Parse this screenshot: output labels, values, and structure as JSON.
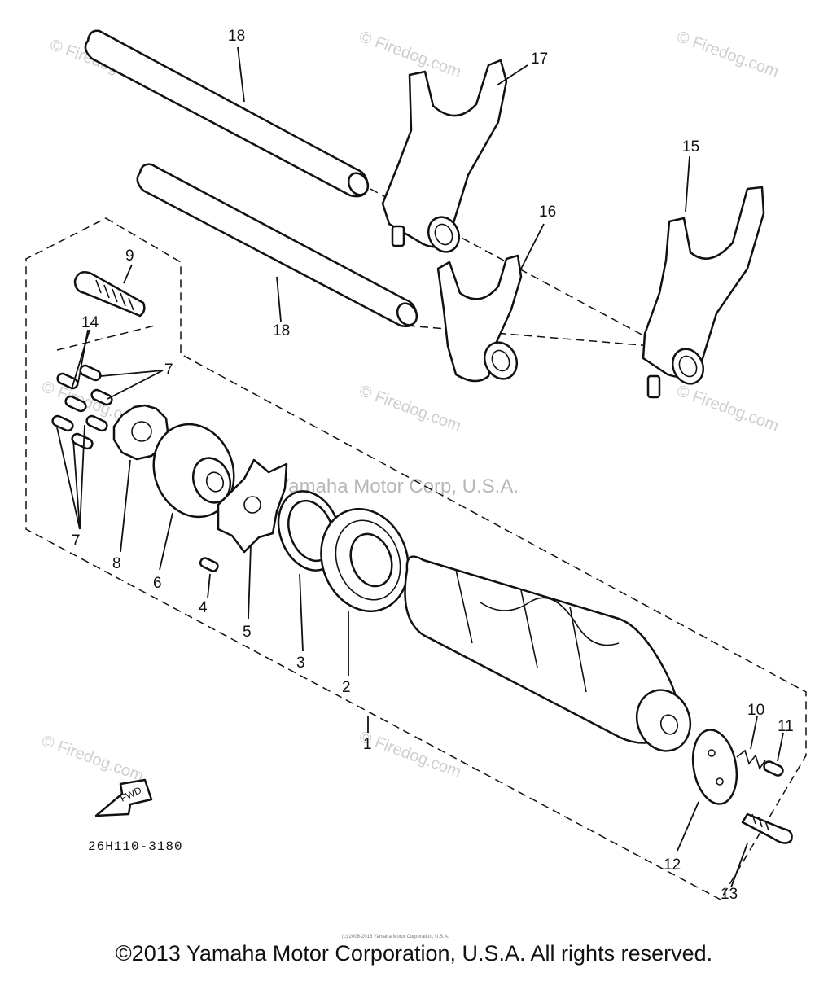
{
  "diagram": {
    "part_code": "26H110-3180",
    "fwd_label": "FWD",
    "center_watermark": "Yamaha Motor Corp, U.S.A.",
    "watermark_text": "© Firedog.com",
    "tiny_notice": "(c) 2006-2016 Yamaha Motor Corporation, U.S.A.",
    "copyright": "©2013 Yamaha Motor Corporation, U.S.A. All rights reserved.",
    "callouts": {
      "c1": "1",
      "c2": "2",
      "c3": "3",
      "c4": "4",
      "c5": "5",
      "c6": "6",
      "c7a": "7",
      "c7b": "7",
      "c8": "8",
      "c9": "9",
      "c10": "10",
      "c11": "11",
      "c12": "12",
      "c13": "13",
      "c14": "14",
      "c15": "15",
      "c16": "16",
      "c17": "17",
      "c18a": "18",
      "c18b": "18"
    }
  }
}
